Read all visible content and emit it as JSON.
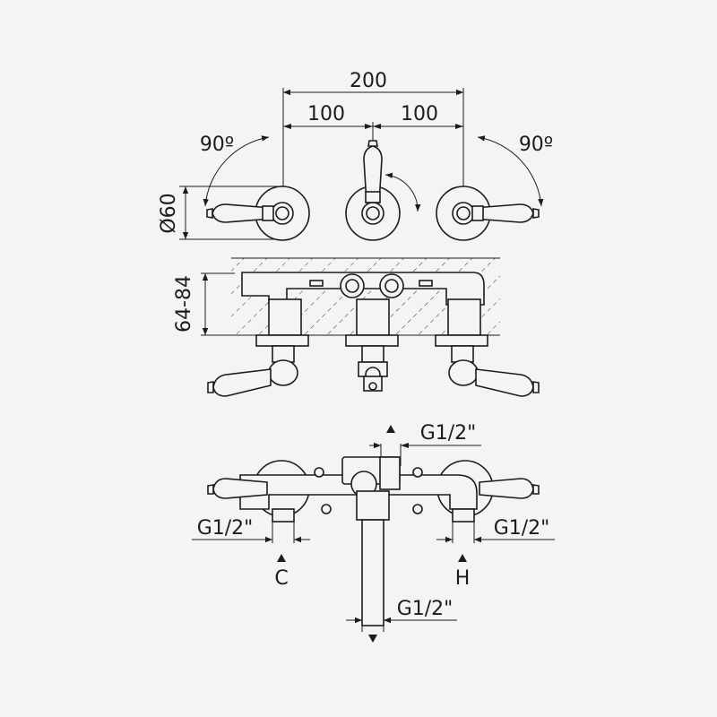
{
  "dimensions": {
    "total_width": "200",
    "half_left": "100",
    "half_right": "100",
    "angle_left": "90º",
    "angle_right": "90º",
    "diameter": "Ø60",
    "wall_depth": "64-84"
  },
  "connections": {
    "top_outlet": "G1/2\"",
    "cold_inlet": "G1/2\"",
    "hot_inlet": "G1/2\"",
    "bottom_outlet": "G1/2\""
  },
  "labels": {
    "cold": "C",
    "hot": "H"
  }
}
